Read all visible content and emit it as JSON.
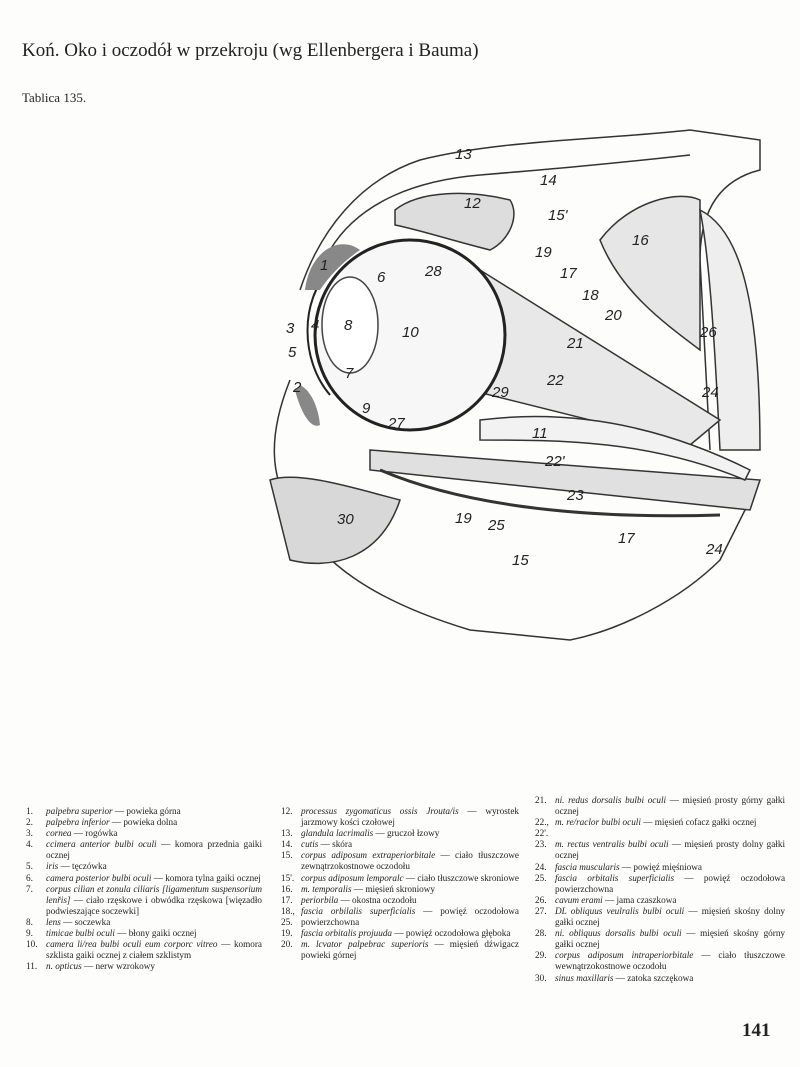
{
  "header": {
    "title": "Koń. Oko i oczodół w przekroju (wg Ellenbergera i Bauma)",
    "plate": "Tablica 135."
  },
  "diagram": {
    "labels": [
      "1",
      "2",
      "3",
      "4",
      "5",
      "6",
      "7",
      "8",
      "9",
      "10",
      "11",
      "12",
      "13",
      "14",
      "15",
      "15'",
      "16",
      "17",
      "17",
      "18",
      "19",
      "19",
      "20",
      "21",
      "22",
      "22'",
      "23",
      "24",
      "24",
      "25",
      "26",
      "27",
      "28",
      "29",
      "30"
    ]
  },
  "legend": [
    [
      {
        "num": "1.",
        "latin": "palpebra superior",
        "polish": "powieka górna"
      },
      {
        "num": "2.",
        "latin": "palpebra inferior",
        "polish": "powieka dolna"
      },
      {
        "num": "3.",
        "latin": "cornea",
        "polish": "rogówka"
      },
      {
        "num": "4.",
        "latin": "ccimera anterior bulbi oculi",
        "polish": "komora przednia gaiki ocznej"
      },
      {
        "num": "5.",
        "latin": "iris",
        "polish": "tęczówka"
      },
      {
        "num": "6.",
        "latin": "camera posterior bulbi oculi",
        "polish": "komora tylna gaiki ocznej"
      },
      {
        "num": "7.",
        "latin": "corpus cilian et zonula ciliaris [ligamentum suspensorium lenřis]",
        "polish": "ciało rzęskowe i obwódka rzęskowa [więzadło podwieszające soczewki]"
      },
      {
        "num": "8.",
        "latin": "lens",
        "polish": "soczewka"
      },
      {
        "num": "9.",
        "latin": "timicae bulbi oculi",
        "polish": "błony gaiki ocznej"
      },
      {
        "num": "10.",
        "latin": "camera li/rea bulbi oculi eum corporc vitreo",
        "polish": "komora szklista gaiki ocznej z ciałem szklistym"
      },
      {
        "num": "11.",
        "latin": "n. opticus",
        "polish": "nerw wzrokowy"
      }
    ],
    [
      {
        "num": "12.",
        "latin": "processus zygomaticus ossis Jrouta/is",
        "polish": "wyrostek jarzmowy kości czołowej"
      },
      {
        "num": "13.",
        "latin": "glandula lacrimalis",
        "polish": "gruczoł łzowy"
      },
      {
        "num": "14.",
        "latin": "cutis",
        "polish": "skóra"
      },
      {
        "num": "15.",
        "latin": "corpus adiposum extraperiorbitale",
        "polish": "ciało tłuszczowe zewnątrzokostnowe oczodołu"
      },
      {
        "num": "15'.",
        "latin": "corpus adiposum lemporalc",
        "polish": "ciało tłuszczowe skroniowe"
      },
      {
        "num": "16.",
        "latin": "m. temporalis",
        "polish": "mięsień skroniowy"
      },
      {
        "num": "17.",
        "latin": "periorbila",
        "polish": "okostna oczodołu"
      },
      {
        "num": "18., 25.",
        "latin": "fascia orbilalis superficialis",
        "polish": "powięź oczodołowa powierzchowna"
      },
      {
        "num": "19.",
        "latin": "fascia orbitalis projuuda",
        "polish": "powięź oczodołowa głęboka"
      },
      {
        "num": "20.",
        "latin": "m. lcvator palpebrac superioris",
        "polish": "mięsień dźwigacz powieki górnej"
      }
    ],
    [
      {
        "num": "21.",
        "latin": "ni. redus dorsalis bulbi oculi",
        "polish": "mięsień prosty górny gałki ocznej"
      },
      {
        "num": "22., 22'.",
        "latin": "m. re/raclor bulbi oculi",
        "polish": "mięsień cofacz gałki ocznej"
      },
      {
        "num": "23.",
        "latin": "m. rectus ventralis bulbi oculi",
        "polish": "mięsień prosty dolny gałki ocznej"
      },
      {
        "num": "24.",
        "latin": "fascia muscularis",
        "polish": "powięź mięśniowa"
      },
      {
        "num": "25.",
        "latin": "fascia orbitalis superficialis",
        "polish": "powięź oczodołowa powierzchowna"
      },
      {
        "num": "26.",
        "latin": "cavum erami",
        "polish": "jama czaszkowa"
      },
      {
        "num": "27.",
        "latin": "DL obliquus veulralis bulbi oculi",
        "polish": "mięsień skośny dolny gałki ocznej"
      },
      {
        "num": "28.",
        "latin": "ni. obliquus dorsalis bulbi oculi",
        "polish": "mięsień skośny górny gałki ocznej"
      },
      {
        "num": "29.",
        "latin": "corpus adiposum intraperiorbitale",
        "polish": "ciało tłuszczowe wewnątrzokostnowe oczodołu"
      },
      {
        "num": "30.",
        "latin": "sinus maxillaris",
        "polish": "zatoka szczękowa"
      }
    ]
  ],
  "footer": {
    "page_number": "141"
  }
}
